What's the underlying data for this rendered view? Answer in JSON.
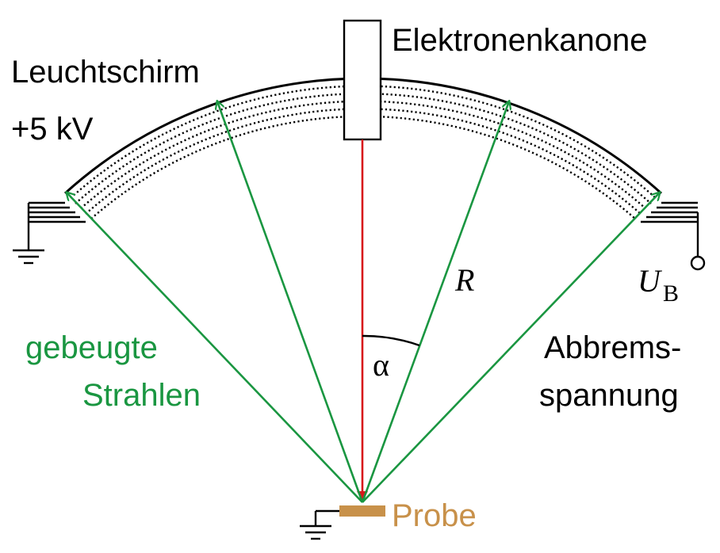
{
  "labels": {
    "screen": "Leuchtschirm",
    "screen_voltage": "+5 kV",
    "gun": "Elektronenkanone",
    "radius": "R",
    "angle": "α",
    "retard_voltage_main": "U",
    "retard_voltage_sub": "B",
    "diffracted_line1": "gebeugte",
    "diffracted_line2": "Strahlen",
    "retard_line1": "Abbrems-",
    "retard_line2": "spannung",
    "sample": "Probe"
  },
  "colors": {
    "beam": "#d7191c",
    "diffracted": "#1a9641",
    "sample": "#c8914a",
    "lines": "#000000"
  }
}
